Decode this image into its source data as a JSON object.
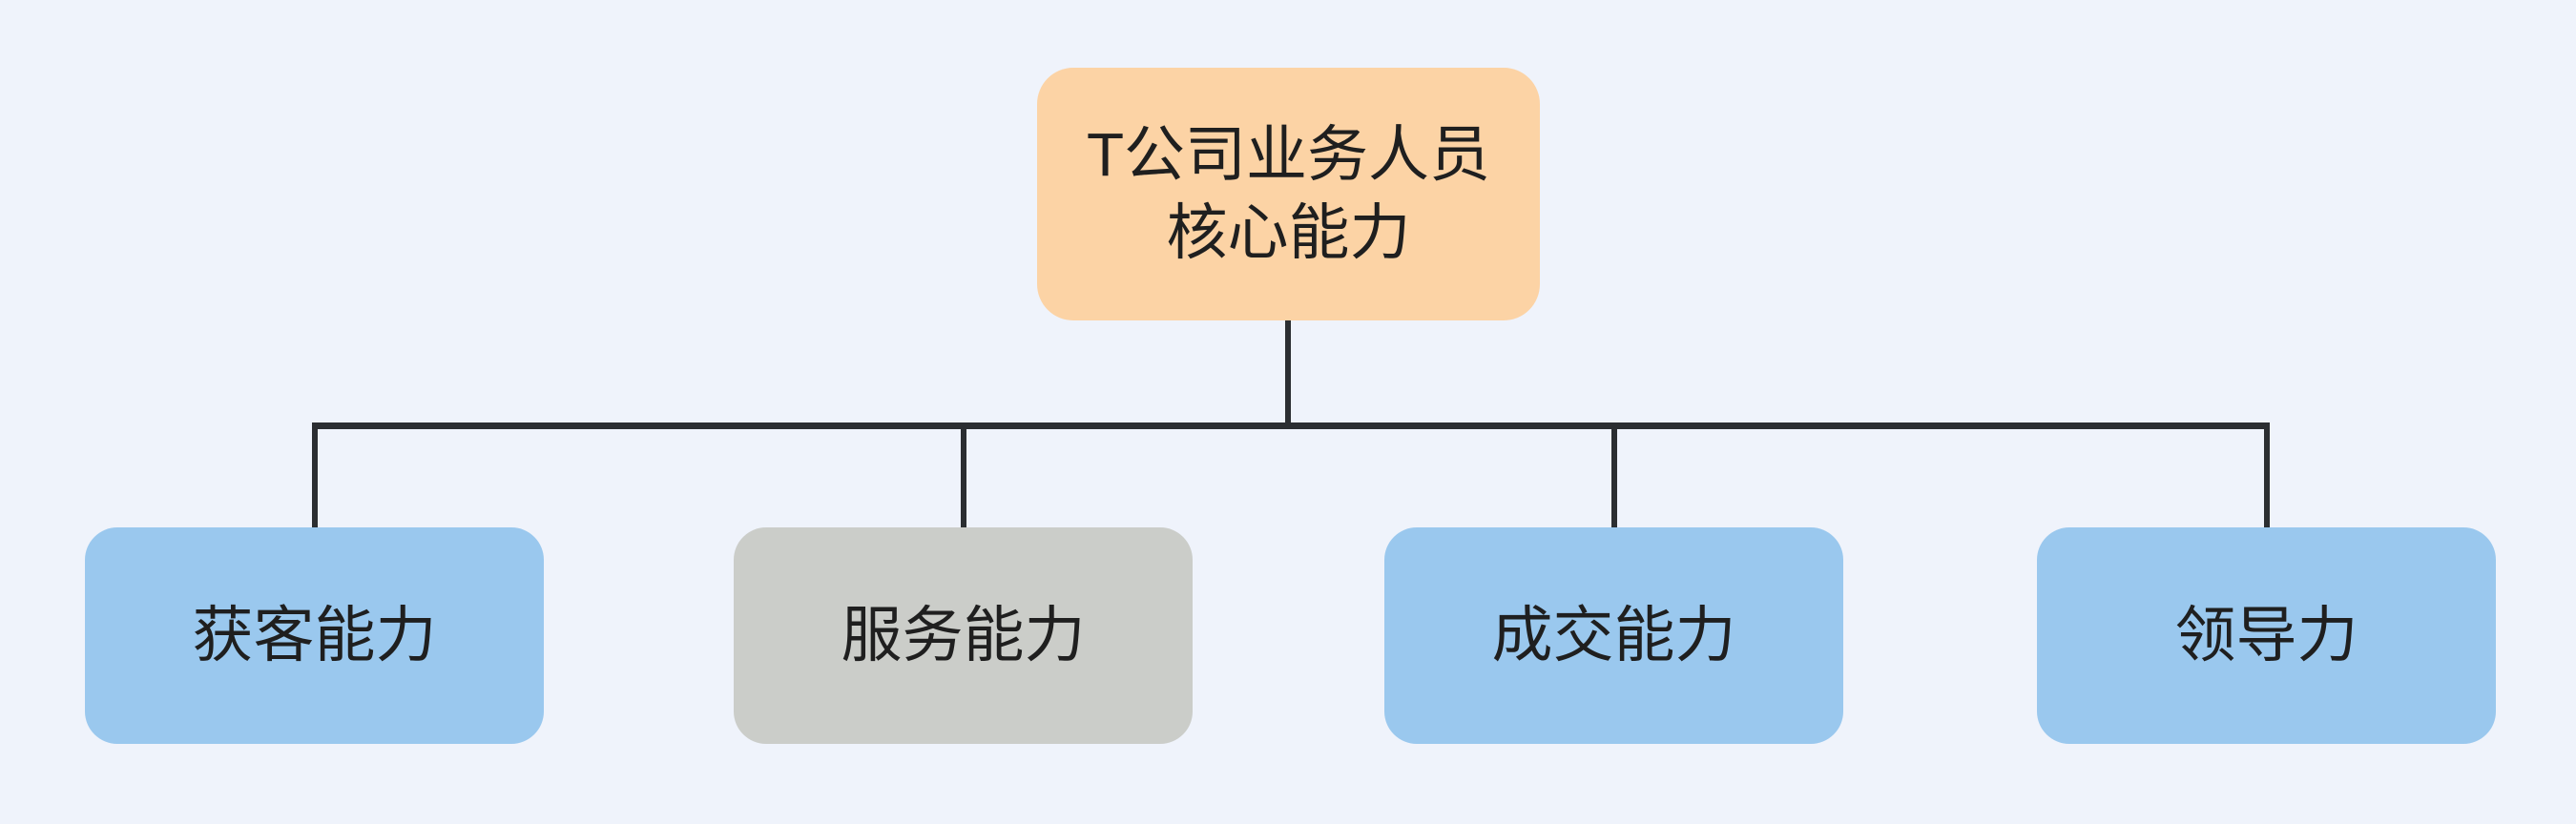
{
  "colors": {
    "background": "#EFF3FB",
    "root_fill": "#FCD3A5",
    "child_blue": "#9AC8EE",
    "child_gray": "#CBCDC9",
    "line": "#2B2E31",
    "text": "#1F1F1F"
  },
  "chart_data": {
    "type": "table",
    "title": "T公司业务人员核心能力",
    "root": {
      "label": "T公司业务人员\n核心能力",
      "variant": "orange"
    },
    "children": [
      {
        "label": "获客能力",
        "variant": "blue"
      },
      {
        "label": "服务能力",
        "variant": "gray"
      },
      {
        "label": "成交能力",
        "variant": "blue"
      },
      {
        "label": "领导力",
        "variant": "blue"
      }
    ]
  },
  "diagram": {
    "root": {
      "label": "T公司业务人员\n核心能力"
    },
    "children": [
      {
        "label": "获客能力"
      },
      {
        "label": "服务能力"
      },
      {
        "label": "成交能力"
      },
      {
        "label": "领导力"
      }
    ]
  }
}
